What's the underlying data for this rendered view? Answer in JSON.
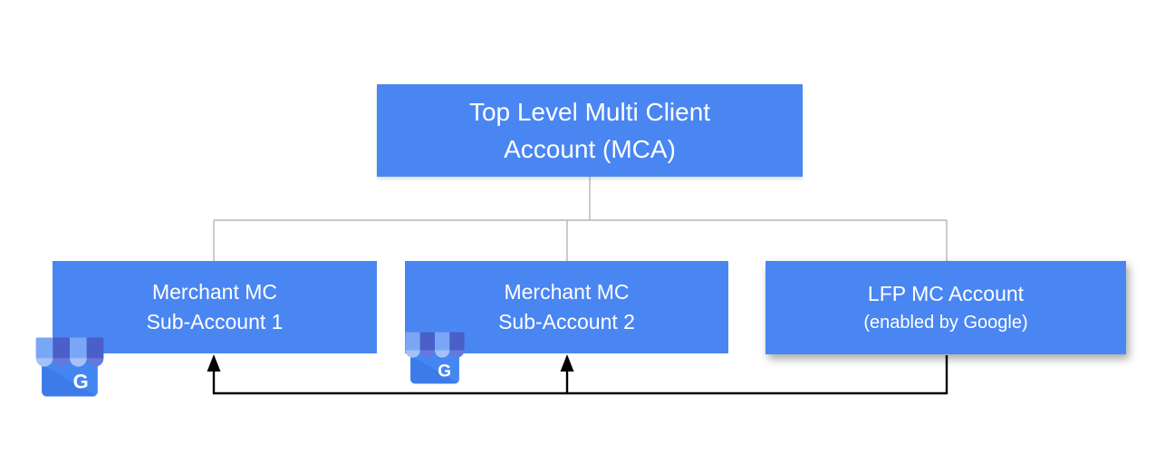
{
  "diagram": {
    "type": "account-hierarchy"
  },
  "nodes": {
    "root": {
      "line1": "Top Level Multi Client",
      "line2": "Account (MCA)"
    },
    "sub1": {
      "line1": "Merchant MC",
      "line2": "Sub-Account 1"
    },
    "sub2": {
      "line1": "Merchant MC",
      "line2": "Sub-Account 2"
    },
    "lfp": {
      "line1": "LFP MC Account",
      "line2": "(enabled by Google)"
    }
  },
  "edges": {
    "tree": [
      {
        "from": "root",
        "to": "sub1"
      },
      {
        "from": "root",
        "to": "sub2"
      },
      {
        "from": "root",
        "to": "lfp"
      }
    ],
    "arrows": [
      {
        "from": "lfp",
        "to": "sub1"
      },
      {
        "from": "lfp",
        "to": "sub2"
      }
    ]
  },
  "icons": {
    "gmb": {
      "name": "google-my-business-storefront-icon",
      "g_label": "G"
    }
  },
  "colors": {
    "node_fill": "#4A86F2",
    "node_text": "#FFFFFF",
    "tree_line": "#B5B5B5",
    "arrow_line": "#000000",
    "background": "#FFFFFF"
  }
}
